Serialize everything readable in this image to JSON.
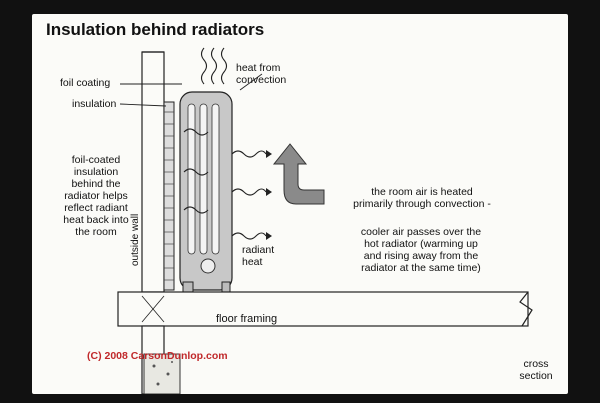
{
  "title": "Insulation behind radiators",
  "labels": {
    "foil_coating": "foil coating",
    "insulation": "insulation",
    "heat_from_convection": "heat from\nconvection",
    "foil_coated_note": "foil-coated\ninsulation\nbehind the\nradiator helps\nreflect radiant\nheat back into\nthe room",
    "outside_wall": "outside wall",
    "convection_note": "the room air is heated\nprimarily through convection -",
    "cooler_air_note": "cooler air passes over the\nhot radiator (warming up\nand rising away from the\nradiator at the same time)",
    "radiant_heat": "radiant\nheat",
    "floor_framing": "floor framing",
    "copyright": "(C) 2008 CarsonDunlop.com",
    "cross_section": "cross\nsection"
  },
  "colors": {
    "background": "#111111",
    "paper": "#fbfbf8",
    "radiator": "#c8c8c8",
    "arrow": "#8a8a8a",
    "copyright": "#c0282a"
  }
}
